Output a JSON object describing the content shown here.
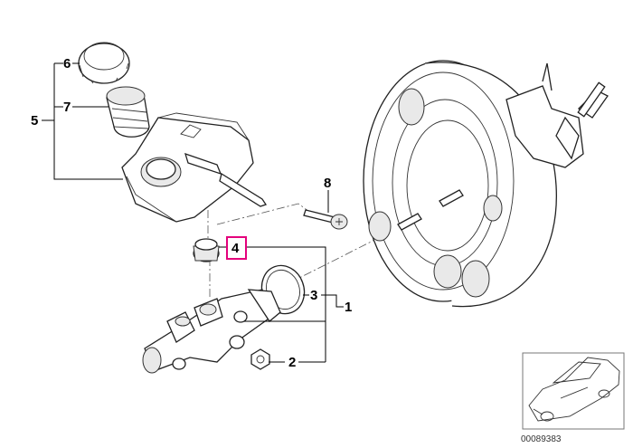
{
  "callouts": {
    "c1": "1",
    "c2": "2",
    "c3": "3",
    "c4": "4",
    "c5": "5",
    "c6": "6",
    "c7": "7",
    "c8": "8"
  },
  "highlight_color": "#e4007c",
  "reference_number": "00089383",
  "thumbnail_icon": "car-sedan-icon"
}
